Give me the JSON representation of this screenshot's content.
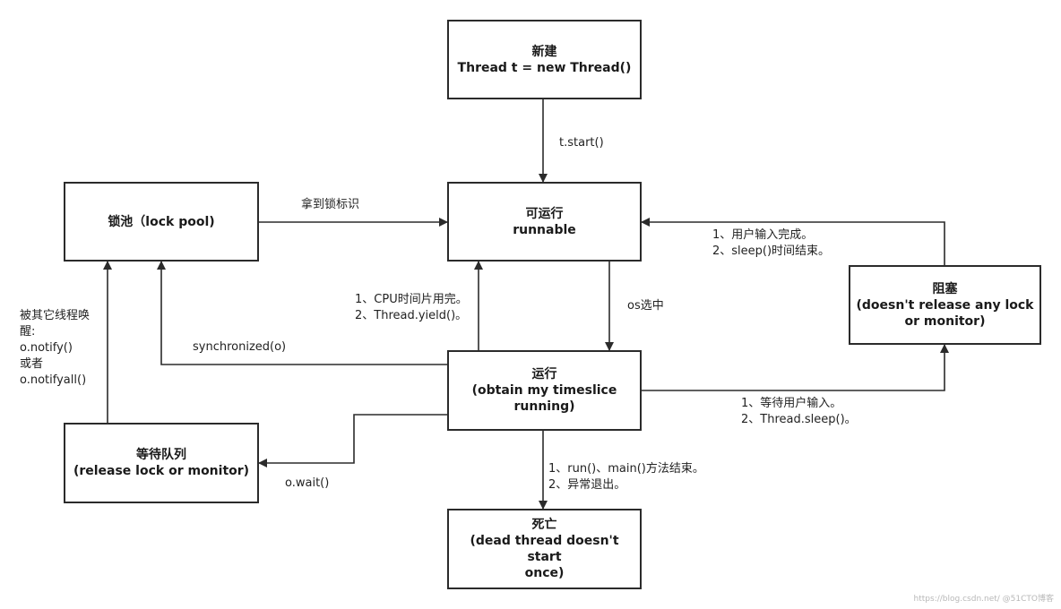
{
  "nodes": {
    "new": {
      "lines": [
        "新建",
        "Thread t = new Thread()"
      ]
    },
    "runnable": {
      "lines": [
        "可运行",
        "runnable"
      ]
    },
    "lockpool": {
      "lines": [
        "锁池（lock pool)"
      ]
    },
    "running": {
      "lines": [
        "运行",
        "(obtain my timeslice",
        "running)"
      ]
    },
    "blocked": {
      "lines": [
        "阻塞",
        "(doesn't release any lock",
        "or monitor)"
      ]
    },
    "waitqueue": {
      "lines": [
        "等待队列",
        "(release lock or monitor)"
      ]
    },
    "dead": {
      "lines": [
        "死亡",
        "(dead thread doesn't start",
        "once)"
      ]
    }
  },
  "labels": {
    "start": [
      "t.start()"
    ],
    "get_lock": [
      "拿到锁标识"
    ],
    "unblock": [
      "1、用户输入完成。",
      "2、sleep()时间结束。"
    ],
    "yield": [
      "1、CPU时间片用完。",
      "2、Thread.yield()。"
    ],
    "os_select": [
      "os选中"
    ],
    "notify": [
      "被其它线程唤",
      "醒:",
      "o.notify()",
      "或者",
      "o.notifyall()"
    ],
    "synchronized": [
      "synchronized(o)"
    ],
    "block": [
      "1、等待用户输入。",
      "2、Thread.sleep()。"
    ],
    "wait": [
      "o.wait()"
    ],
    "finish": [
      "1、run()、main()方法结束。",
      "2、异常退出。"
    ]
  },
  "watermark": "https://blog.csdn.net/ @51CTO博客",
  "colors": {
    "line": "#2b2b2b",
    "border": "#2b2b2b",
    "background": "#ffffff"
  }
}
